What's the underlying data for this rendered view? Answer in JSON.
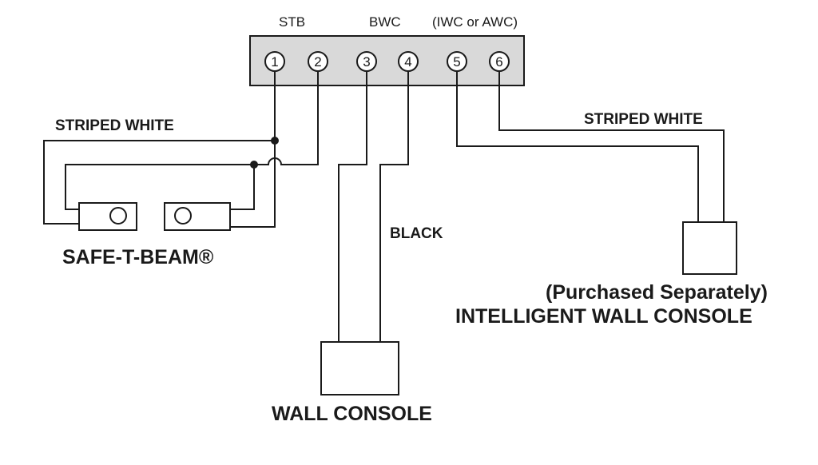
{
  "header_labels": {
    "stb": "STB",
    "bwc": "BWC",
    "iwc_awc": "(IWC or AWC)"
  },
  "terminals": [
    "1",
    "2",
    "3",
    "4",
    "5",
    "6"
  ],
  "wire_labels": {
    "safe_t_beam_wire": "STRIPED WHITE",
    "iwc_wire": "STRIPED WHITE",
    "wall_console_wire": "BLACK"
  },
  "components": {
    "safe_t_beam": "SAFE-T-BEAM®",
    "wall_console": "WALL CONSOLE",
    "iwc_note": "(Purchased Separately)",
    "iwc": "INTELLIGENT WALL CONSOLE"
  },
  "colors": {
    "line": "#1a1a1a",
    "terminal_strip": "#d9d9d9",
    "background": "#ffffff"
  }
}
